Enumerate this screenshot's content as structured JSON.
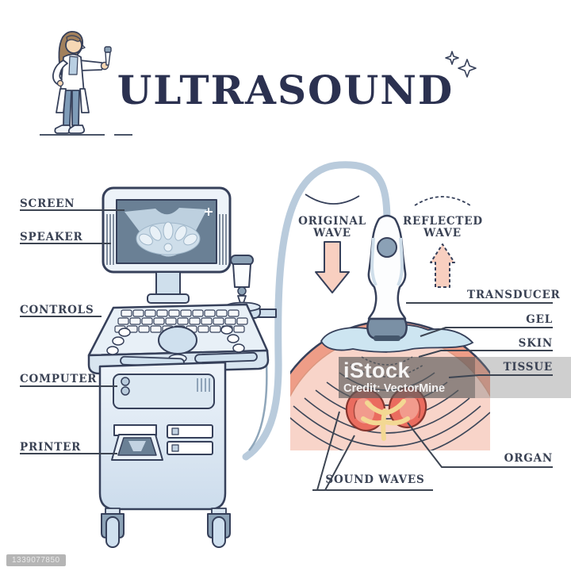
{
  "title": "ULTRASOUND",
  "machine": {
    "screen": "SCREEN",
    "speaker": "SPEAKER",
    "controls": "CONTROLS",
    "computer": "COMPUTER",
    "printer": "PRINTER"
  },
  "waves": {
    "original": "ORIGINAL WAVE",
    "reflected": "REFLECTED WAVE"
  },
  "anatomy": {
    "transducer": "TRANSDUCER",
    "gel": "GEL",
    "skin": "SKIN",
    "tissue": "TISSUE",
    "organ": "ORGAN",
    "sound_waves": "SOUND WAVES"
  },
  "watermark": {
    "brand": "iStock",
    "credit": "Credit: VectorMine",
    "image_id": "1339077850"
  },
  "colors": {
    "outline": "#36405a",
    "title_text": "#2b3150",
    "label_text": "#3a4254",
    "machine_fill": "#e9f1f8",
    "cable": "#b9cbdc",
    "screen_bg": "#6a8095",
    "arrow_fill": "#f8cfc0",
    "skin": "#ee9d87",
    "tissue": "#f8d4c9",
    "gel": "#cde5f1",
    "organ": "#ea6c5f",
    "organ_vessel": "#f3d893"
  }
}
